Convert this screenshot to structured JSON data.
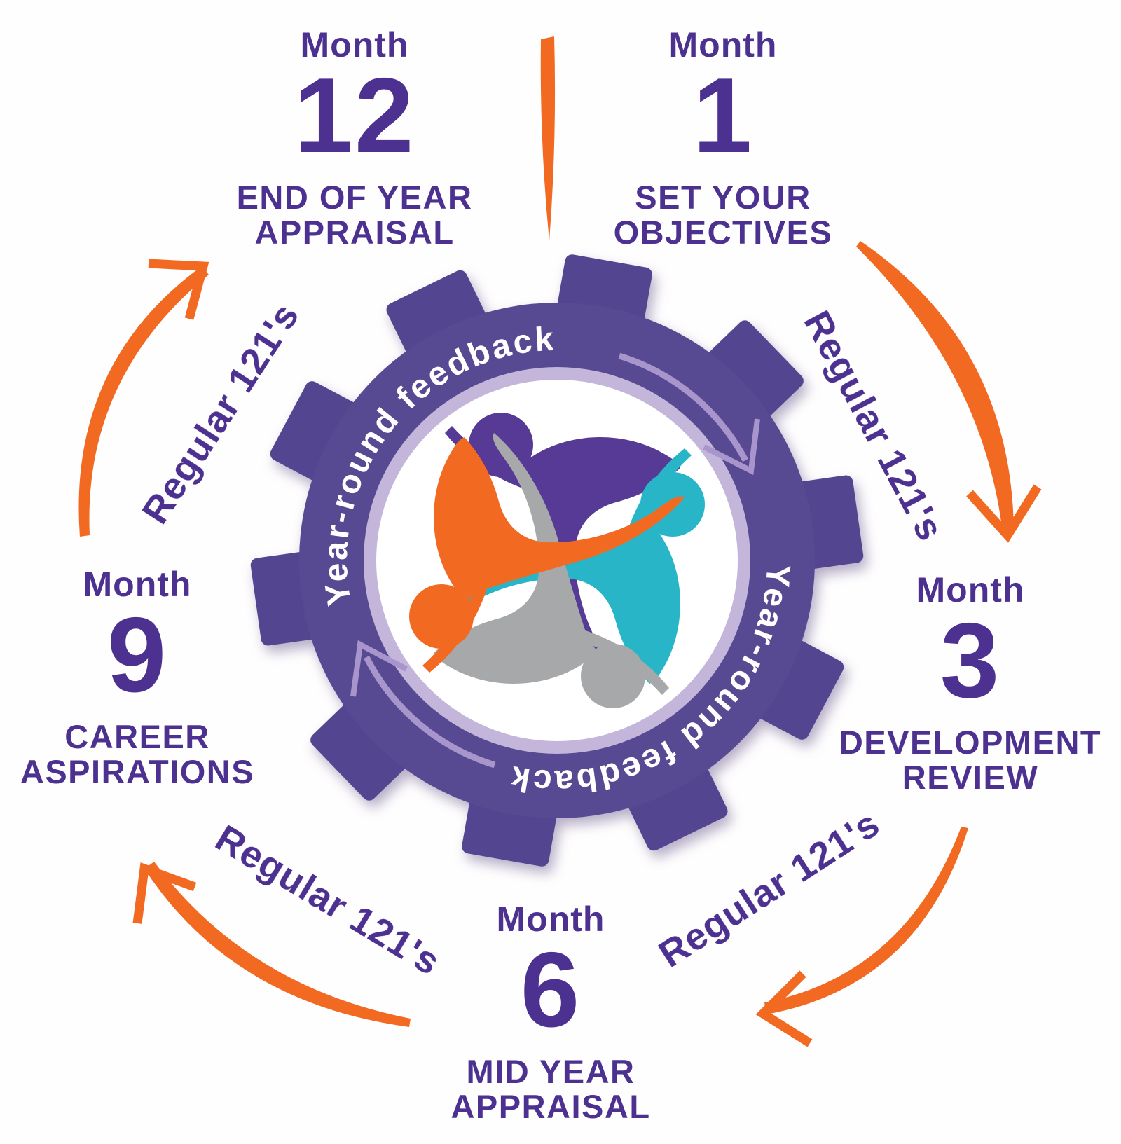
{
  "diagram": {
    "type": "annual-performance-review-cycle",
    "center": {
      "ring_text_top": "Year-round feedback",
      "ring_text_bottom": "Year-round feedback",
      "logo": "four-people-pinwheel"
    },
    "stations": [
      {
        "month_label": "Month",
        "number": "1",
        "caption_line1": "SET YOUR",
        "caption_line2": "OBJECTIVES"
      },
      {
        "month_label": "Month",
        "number": "3",
        "caption_line1": "DEVELOPMENT",
        "caption_line2": "REVIEW"
      },
      {
        "month_label": "Month",
        "number": "6",
        "caption_line1": "MID YEAR",
        "caption_line2": "APPRAISAL"
      },
      {
        "month_label": "Month",
        "number": "9",
        "caption_line1": "CAREER",
        "caption_line2": "ASPIRATIONS"
      },
      {
        "month_label": "Month",
        "number": "12",
        "caption_line1": "END OF YEAR",
        "caption_line2": "APPRAISAL"
      }
    ],
    "connectors": [
      {
        "position": "top-right",
        "label": "Regular 121's"
      },
      {
        "position": "bottom-right",
        "label": "Regular 121's"
      },
      {
        "position": "bottom-left",
        "label": "Regular 121's"
      },
      {
        "position": "top-left",
        "label": "Regular 121's"
      }
    ],
    "colors": {
      "text_purple": "#4c3190",
      "gear_purple": "#584a92",
      "lavender_ring": "#c4b5da",
      "lavender_arrow": "#a795cb",
      "orange": "#f26a22",
      "teal": "#29b5c8",
      "gray": "#a6a8aa",
      "person_purple": "#563a95",
      "white": "#ffffff"
    }
  }
}
